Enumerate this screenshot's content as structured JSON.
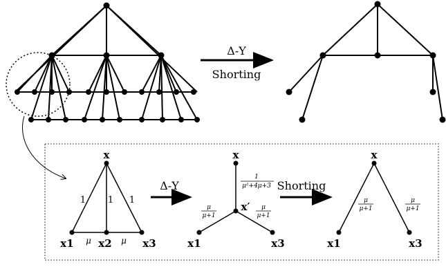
{
  "top": {
    "arrow_label_top": "Δ-Y",
    "arrow_label_bottom": "Shorting"
  },
  "inset": {
    "triangle": {
      "apex": "x",
      "left": "x1",
      "mid": "x2",
      "right": "x3",
      "edge_left": "1",
      "edge_mid": "1",
      "edge_right": "1",
      "base_left": "μ",
      "base_right": "μ"
    },
    "arrow1_label": "Δ-Y",
    "star": {
      "top": "x",
      "center": "x′",
      "left": "x1",
      "right": "x3",
      "top_num": "1",
      "top_den": "μ²+4μ+3",
      "left_num": "μ",
      "left_den": "μ+1",
      "right_num": "μ",
      "right_den": "μ+1"
    },
    "arrow2_label": "Shorting",
    "final": {
      "top": "x",
      "left": "x1",
      "right": "x3",
      "left_num": "μ",
      "left_den": "μ+1",
      "right_num": "μ",
      "right_den": "μ+1"
    }
  }
}
